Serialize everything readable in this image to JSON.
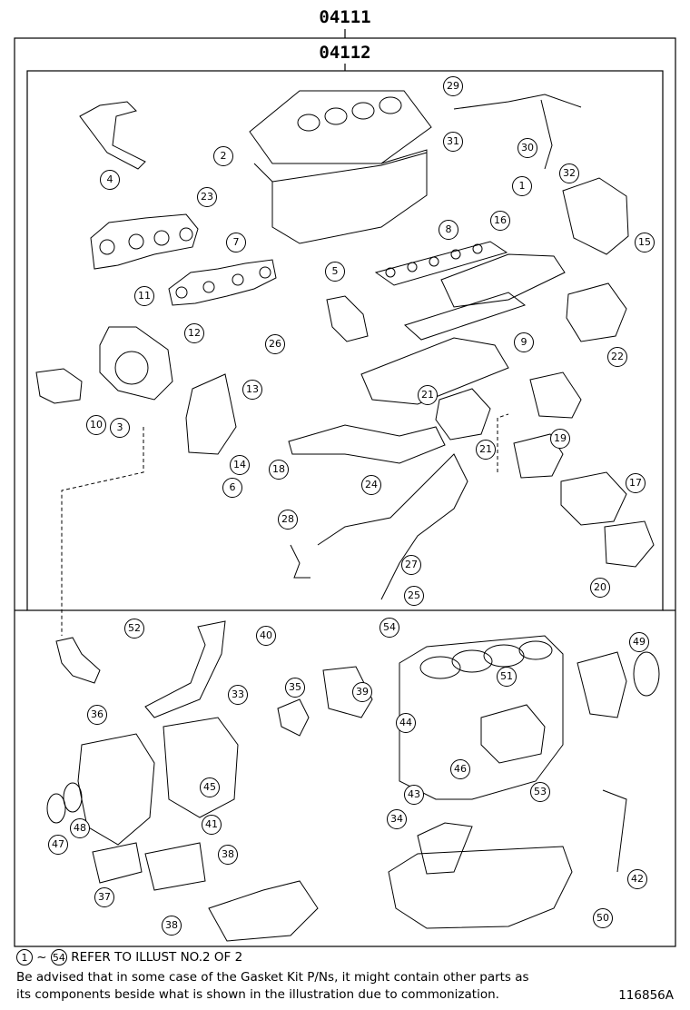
{
  "assembly_numbers": {
    "outer": "04111",
    "inner": "04112"
  },
  "callouts": [
    "1",
    "2",
    "3",
    "4",
    "5",
    "6",
    "7",
    "8",
    "9",
    "10",
    "11",
    "12",
    "13",
    "14",
    "15",
    "16",
    "17",
    "18",
    "19",
    "20",
    "21",
    "21",
    "22",
    "23",
    "24",
    "25",
    "26",
    "27",
    "28",
    "29",
    "30",
    "31",
    "32",
    "33",
    "34",
    "35",
    "36",
    "37",
    "38",
    "38",
    "39",
    "40",
    "41",
    "42",
    "43",
    "44",
    "45",
    "46",
    "47",
    "48",
    "49",
    "50",
    "51",
    "52",
    "53",
    "54"
  ],
  "footer": {
    "range_start": "1",
    "range_sep": "~",
    "range_end": "54",
    "refer_text": "REFER TO ILLUST NO.2 OF 2",
    "advisory_line1": "Be advised that in some case of the Gasket Kit P/Ns,  it might contain other parts as",
    "advisory_line2": "its components beside what is shown in the illustration due to commonization.",
    "illustration_id": "116856A"
  }
}
